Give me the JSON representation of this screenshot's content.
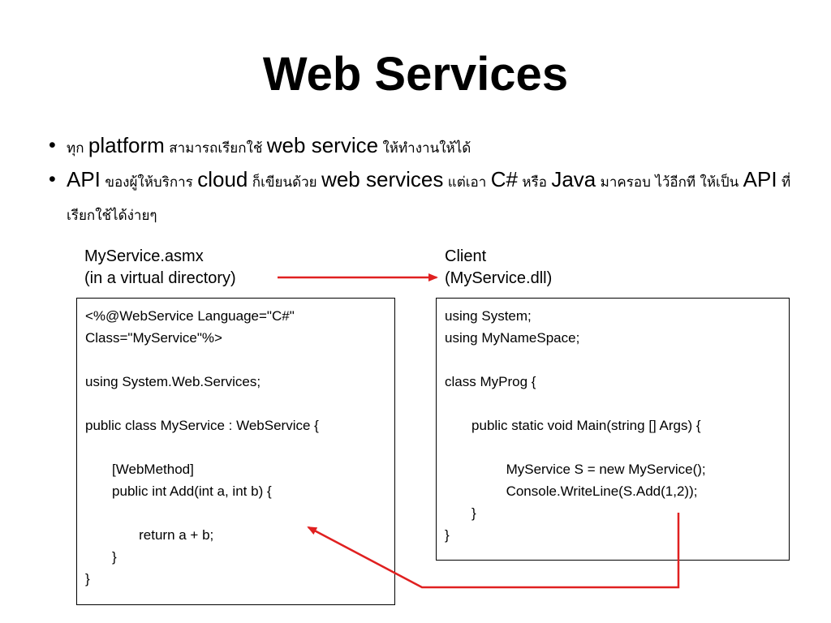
{
  "slide": {
    "title": "Web Services",
    "bullets": [
      {
        "parts": [
          {
            "t": "ทุก ",
            "cls": "th"
          },
          {
            "t": "platform",
            "cls": "en"
          },
          {
            "t": " สามารถเรียกใช้ ",
            "cls": "th"
          },
          {
            "t": "web service",
            "cls": "en"
          },
          {
            "t": " ให้ทำงานให้ได้",
            "cls": "th"
          }
        ]
      },
      {
        "parts": [
          {
            "t": "API",
            "cls": "en"
          },
          {
            "t": " ของผู้ให้บริการ ",
            "cls": "th"
          },
          {
            "t": "cloud",
            "cls": "en"
          },
          {
            "t": " ก็เขียนด้วย ",
            "cls": "th"
          },
          {
            "t": "web services",
            "cls": "en"
          },
          {
            "t": " แต่เอา ",
            "cls": "th"
          },
          {
            "t": "C#",
            "cls": "en"
          },
          {
            "t": " หรือ ",
            "cls": "th"
          },
          {
            "t": "Java",
            "cls": "en"
          },
          {
            "t": " มาครอบ ไว้อีกที ให้เป็น ",
            "cls": "th"
          },
          {
            "t": "API",
            "cls": "en"
          },
          {
            "t": " ที่เรียกใช้ได้ง่ายๆ",
            "cls": "th"
          }
        ]
      }
    ],
    "left_label": [
      "MyService.asmx",
      "(in a virtual directory)"
    ],
    "right_label": [
      "Client",
      "(MyService.dll)"
    ],
    "left_code": [
      "<%@WebService Language=\"C#\"",
      "Class=\"MyService\"%>",
      "",
      "using System.Web.Services;",
      "",
      "public class MyService : WebService {",
      "",
      "       [WebMethod]",
      "       public int Add(int a, int b) {",
      "",
      "              return a + b;",
      "       }",
      "}"
    ],
    "right_code": [
      "using System;",
      "using MyNameSpace;",
      "",
      "class MyProg {",
      "",
      "       public static void Main(string [] Args) {",
      "",
      "                MyService S = new MyService();",
      "                Console.WriteLine(S.Add(1,2));",
      "       }",
      "}"
    ],
    "arrow_color": "#e02020"
  }
}
